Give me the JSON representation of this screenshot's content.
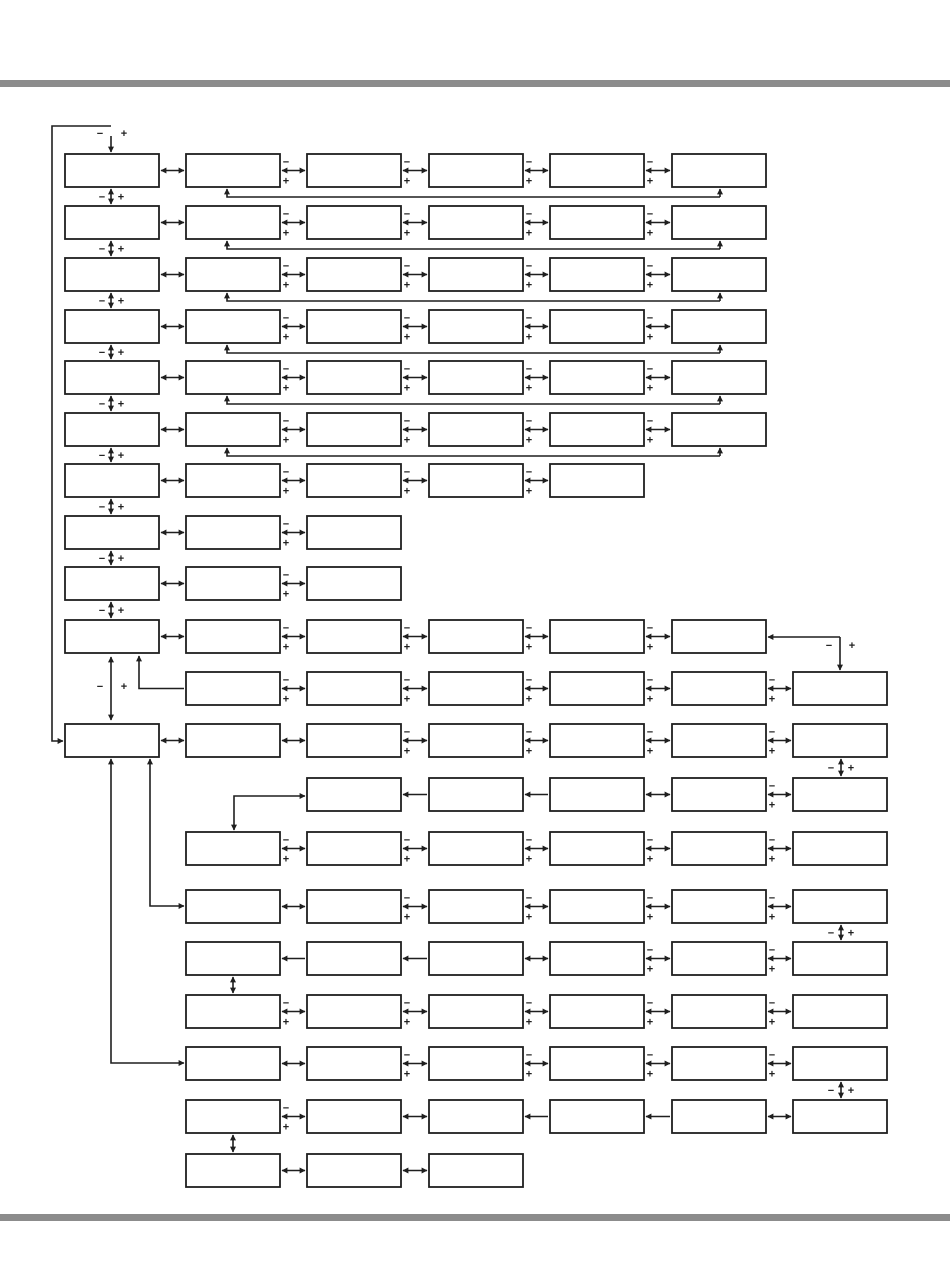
{
  "page": {
    "colors": {
      "ink": "#1f1f1f",
      "rule": "#8c8c8c",
      "background": "#ffffff"
    }
  },
  "diagram": {
    "type": "menu-navigation-flowchart",
    "boxes_are_blank": true,
    "symbols": {
      "minus": "−",
      "plus": "+"
    },
    "rows": [
      {
        "id": "r1",
        "box_columns": [
          0,
          1,
          2,
          3,
          4,
          5
        ],
        "connectors": [
          "both",
          "pm",
          "pm",
          "pm",
          "pm"
        ]
      },
      {
        "id": "r2",
        "box_columns": [
          0,
          1,
          2,
          3,
          4,
          5
        ],
        "connectors": [
          "both",
          "pm",
          "pm",
          "pm",
          "pm"
        ]
      },
      {
        "id": "r3",
        "box_columns": [
          0,
          1,
          2,
          3,
          4,
          5
        ],
        "connectors": [
          "both",
          "pm",
          "pm",
          "pm",
          "pm"
        ]
      },
      {
        "id": "r4",
        "box_columns": [
          0,
          1,
          2,
          3,
          4,
          5
        ],
        "connectors": [
          "both",
          "pm",
          "pm",
          "pm",
          "pm"
        ]
      },
      {
        "id": "r5",
        "box_columns": [
          0,
          1,
          2,
          3,
          4,
          5
        ],
        "connectors": [
          "both",
          "pm",
          "pm",
          "pm",
          "pm"
        ]
      },
      {
        "id": "r6",
        "box_columns": [
          0,
          1,
          2,
          3,
          4,
          5
        ],
        "connectors": [
          "both",
          "pm",
          "pm",
          "pm",
          "pm"
        ]
      },
      {
        "id": "r7",
        "box_columns": [
          0,
          1,
          2,
          3,
          4
        ],
        "connectors": [
          "both",
          "pm",
          "pm",
          "pm"
        ]
      },
      {
        "id": "r8",
        "box_columns": [
          0,
          1,
          2
        ],
        "connectors": [
          "both",
          "pm"
        ]
      },
      {
        "id": "r9",
        "box_columns": [
          0,
          1,
          2
        ],
        "connectors": [
          "both",
          "pm"
        ]
      },
      {
        "id": "r10",
        "box_columns": [
          0,
          1,
          2,
          3,
          4,
          5
        ],
        "connectors": [
          "both",
          "pm",
          "pm",
          "pm",
          "pm"
        ]
      },
      {
        "id": "r11",
        "box_columns": [
          1,
          2,
          3,
          4,
          5,
          6
        ],
        "connectors": [
          "pm",
          "pm",
          "pm",
          "pm",
          "pm"
        ]
      },
      {
        "id": "r12",
        "box_columns": [
          0,
          1,
          2,
          3,
          4,
          5,
          6
        ],
        "connectors": [
          "both",
          "both",
          "pm",
          "pm",
          "pm",
          "pm"
        ]
      },
      {
        "id": "r13",
        "box_columns": [
          2,
          3,
          4,
          5,
          6
        ],
        "connectors": [
          "left",
          "left",
          "both",
          "pm"
        ]
      },
      {
        "id": "r14",
        "box_columns": [
          1,
          2,
          3,
          4,
          5,
          6
        ],
        "connectors": [
          "pm",
          "pm",
          "pm",
          "pm",
          "pm"
        ]
      },
      {
        "id": "r15",
        "box_columns": [
          1,
          2,
          3,
          4,
          5,
          6
        ],
        "connectors": [
          "both",
          "pm",
          "pm",
          "pm",
          "pm"
        ]
      },
      {
        "id": "r16",
        "box_columns": [
          1,
          2,
          3,
          4,
          5,
          6
        ],
        "connectors": [
          "left",
          "left",
          "both",
          "pm",
          "pm"
        ]
      },
      {
        "id": "r17",
        "box_columns": [
          1,
          2,
          3,
          4,
          5,
          6
        ],
        "connectors": [
          "pm",
          "pm",
          "pm",
          "pm",
          "pm"
        ]
      },
      {
        "id": "r18",
        "box_columns": [
          1,
          2,
          3,
          4,
          5,
          6
        ],
        "connectors": [
          "both",
          "pm",
          "pm",
          "pm",
          "pm"
        ]
      },
      {
        "id": "r19",
        "box_columns": [
          1,
          2,
          3,
          4,
          5,
          6
        ],
        "connectors": [
          "pm",
          "both",
          "left",
          "left",
          "both"
        ]
      },
      {
        "id": "r20",
        "box_columns": [
          1,
          2,
          3
        ],
        "connectors": [
          "both",
          "both"
        ]
      }
    ]
  }
}
